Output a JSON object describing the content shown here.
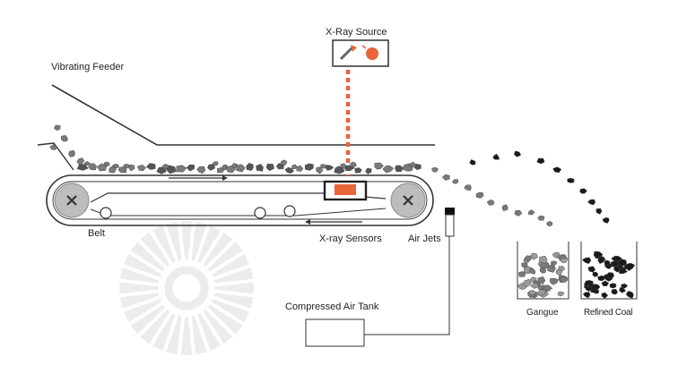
{
  "labels": {
    "xray_source": "X-Ray Source",
    "vibrating_feeder": "Vibrating Feeder",
    "belt": "Belt",
    "xray_sensors": "X-ray Sensors",
    "air_jets": "Air Jets",
    "compressed_air_tank": "Compressed Air Tank",
    "gangue": "Gangue",
    "refined_coal": "Refined Coal"
  },
  "colors": {
    "accent": "#e8643a",
    "line": "#333333",
    "rock": "#7a7a7a",
    "rock_dark": "#555555",
    "coal": "#1a1a1a",
    "pulley": "#bdbdbd",
    "watermark": "#ececec"
  },
  "icons": {
    "source": "xray-emitter-icon",
    "watermark": "sunburst-logo-icon",
    "pulley": "x-mark-icon"
  }
}
